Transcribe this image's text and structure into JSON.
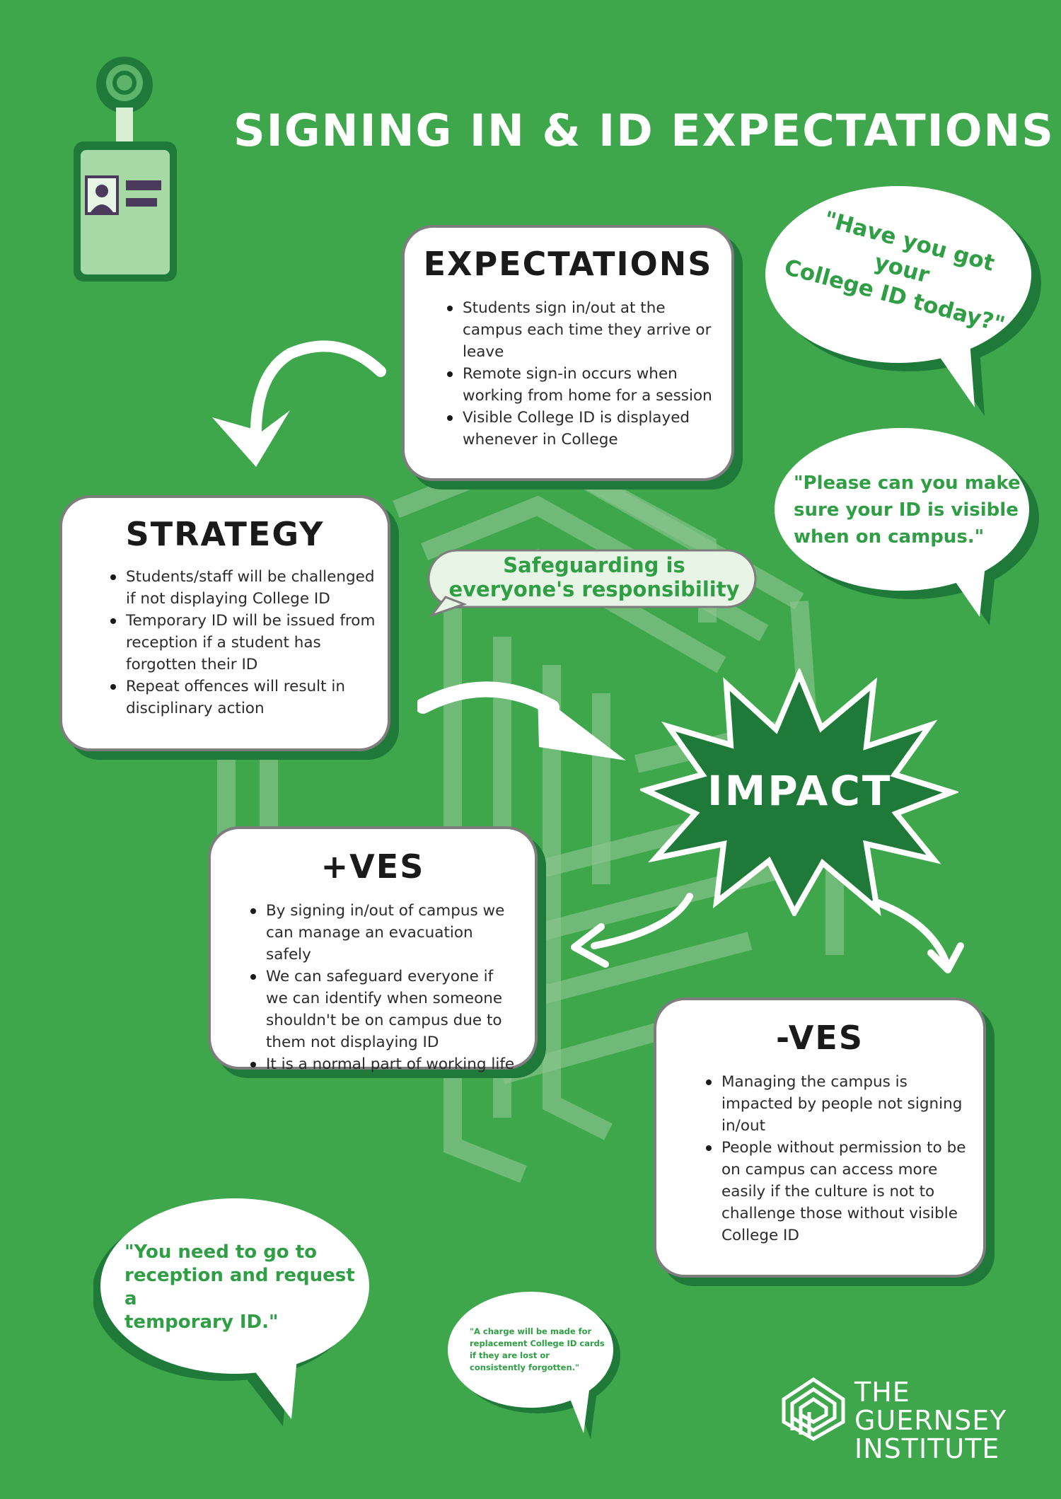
{
  "title": "SIGNING IN & ID EXPECTATIONS",
  "expectations": {
    "heading": "EXPECTATIONS",
    "items": [
      "Students sign in/out at the campus each time they arrive or leave",
      "Remote sign-in occurs when working from home for a session",
      "Visible College ID is displayed whenever in College"
    ]
  },
  "strategy": {
    "heading": "STRATEGY",
    "items": [
      "Students/staff will be challenged if not displaying College ID",
      "Temporary ID will be issued from reception if a student has forgotten their ID",
      "Repeat offences will result in disciplinary action"
    ]
  },
  "positives": {
    "heading": "+VES",
    "items": [
      "By signing in/out of campus we can manage an evacuation safely",
      "We can safeguard everyone if we can identify when someone shouldn't be on campus due to them not displaying ID",
      "It is a normal part of working life"
    ]
  },
  "negatives": {
    "heading": "-VES",
    "items": [
      "Managing the campus is impacted by people not signing in/out",
      "People without permission to be on campus can access more easily if the culture is not to challenge those without visible College ID"
    ]
  },
  "impact": {
    "label": "IMPACT"
  },
  "quotes": {
    "college_id": {
      "line1": "\"Have you got your",
      "line2": "College ID today?\""
    },
    "visible": {
      "line1": "\"Please can you make",
      "line2": "sure your ID is visible",
      "line3": "when on campus.\""
    },
    "safeguarding": {
      "line1": "Safeguarding is",
      "line2": "everyone's responsibility"
    },
    "reception": {
      "line1": "\"You need to go to",
      "line2": "reception and request a",
      "line3": "temporary ID.\""
    },
    "charge": {
      "line1": "\"A charge will be made for",
      "line2": "replacement College ID cards",
      "line3": "if they are lost or",
      "line4": "consistently forgotten.\""
    }
  },
  "logo": {
    "line1": "THE",
    "line2": "GUERNSEY",
    "line3": "INSTITUTE"
  },
  "colors": {
    "background": "#3ea74c",
    "dark_green": "#1f7a3a",
    "accent_green": "#2f9e44",
    "card_border": "#7d7d7d",
    "maze_tint": "#8cc48f"
  }
}
